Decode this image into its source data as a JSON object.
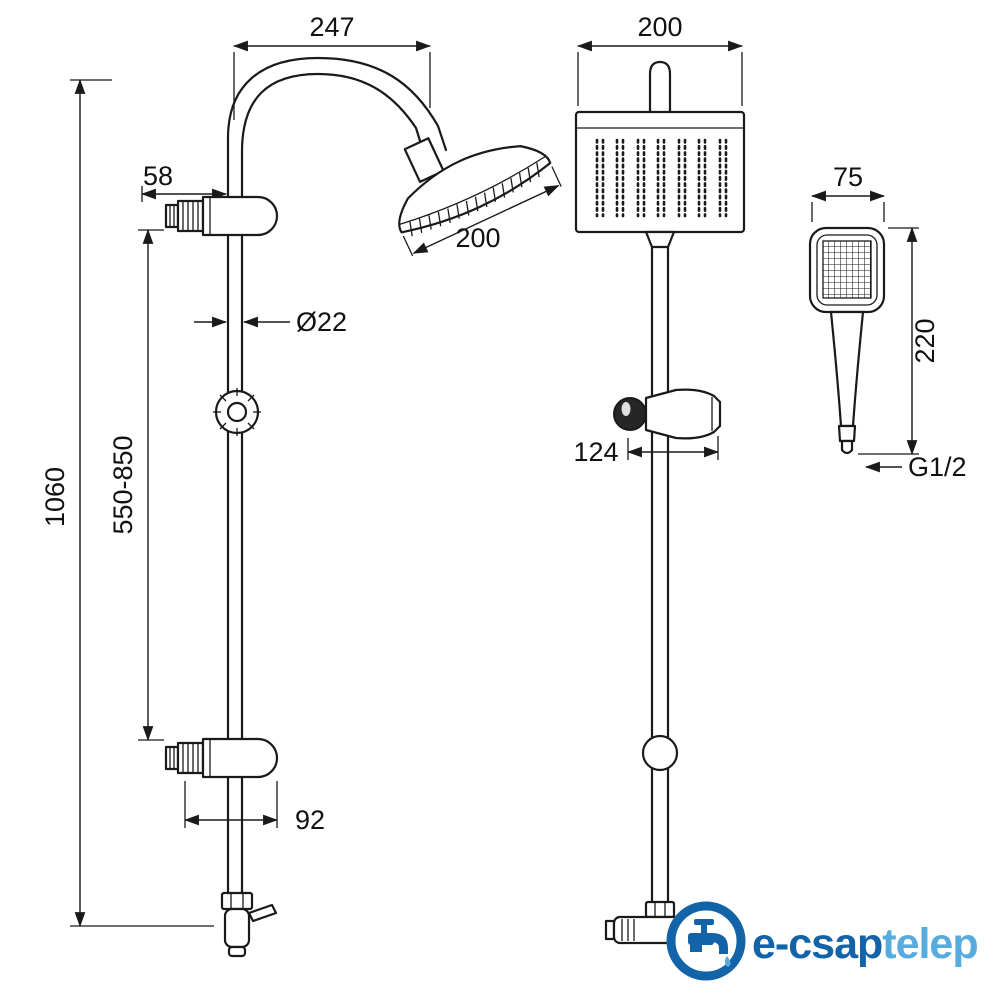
{
  "drawing": {
    "side_view": {
      "total_height": "1060",
      "bracket_span": "550-850",
      "arm_reach": "247",
      "head_diameter": "200",
      "wall_offset": "58",
      "pipe_diameter": "Ø22",
      "bracket_width": "92"
    },
    "front_view": {
      "head_width": "200",
      "holder_width": "124"
    },
    "hand_shower": {
      "width": "75",
      "length": "220",
      "thread": "G1/2"
    }
  },
  "logo": {
    "primary_text": "e-csap",
    "secondary_text": "telep",
    "primary_color": "#1263a8",
    "secondary_color": "#57abdd"
  }
}
